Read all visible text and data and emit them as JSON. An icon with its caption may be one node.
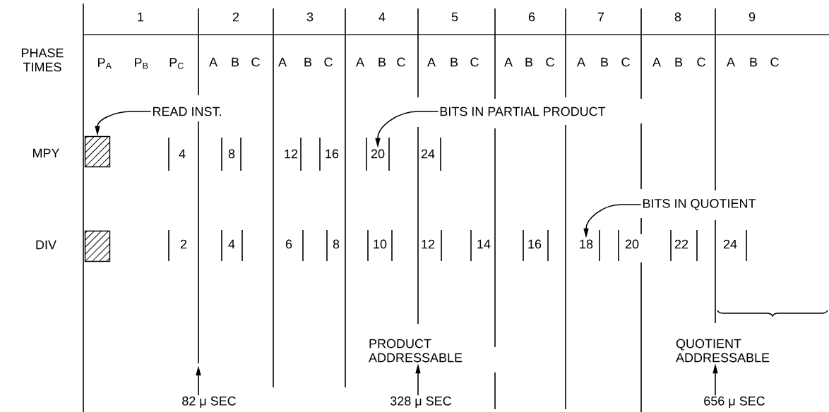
{
  "diagram": {
    "nodes": [
      {
        "text": [
          "READ INST."
        ]
      },
      {
        "text": [],
        "shape": "box"
      },
      {
        "text": [
          "BITS IN PARTIAL PRODUCT"
        ]
      },
      {
        "text": [
          "20"
        ]
      },
      {
        "text": [
          "BITS IN QUOTIENT"
        ]
      },
      {
        "text": [
          "18"
        ]
      },
      {
        "text": [],
        "shape": "box"
      },
      {
        "text": [
          "82 μ SEC"
        ]
      },
      {
        "text": [
          "328 μ SEC"
        ]
      },
      {
        "text": [
          "656 μ SEC"
        ]
      },
      {
        "text": [
          "PRODUCT ADDRESSABLE"
        ]
      },
      {
        "text": [
          "QUOTIENT ADDRESSABLE"
        ]
      }
    ],
    "edges": [
      {
        "from": 0,
        "to": 1,
        "arrow": "to"
      },
      {
        "from": 2,
        "to": 3,
        "arrow": "to"
      },
      {
        "from": 4,
        "to": 5,
        "arrow": "to"
      },
      {
        "from": 7,
        "to": null,
        "arrow": "to"
      },
      {
        "from": 8,
        "to": 10,
        "arrow": "to"
      },
      {
        "from": 9,
        "to": 11,
        "arrow": "to"
      }
    ],
    "labels": [
      "1",
      "2",
      "3",
      "4",
      "5",
      "6",
      "7",
      "8",
      "9",
      "PHASE TIMES",
      "P$_{A}$",
      "P$_{B}$",
      "P$_{C}$",
      "A",
      "B",
      "C",
      "A",
      "B",
      "C",
      "A",
      "B",
      "C",
      "A",
      "B",
      "C",
      "A",
      "B",
      "C",
      "A",
      "B",
      "C",
      "A",
      "B",
      "C",
      "A",
      "B",
      "C",
      "MPY",
      "4",
      "8",
      "12",
      "16",
      "24",
      "DIV",
      "2",
      "4",
      "6",
      "8",
      "10",
      "12",
      "14",
      "16",
      "20",
      "22",
      "24"
    ]
  }
}
